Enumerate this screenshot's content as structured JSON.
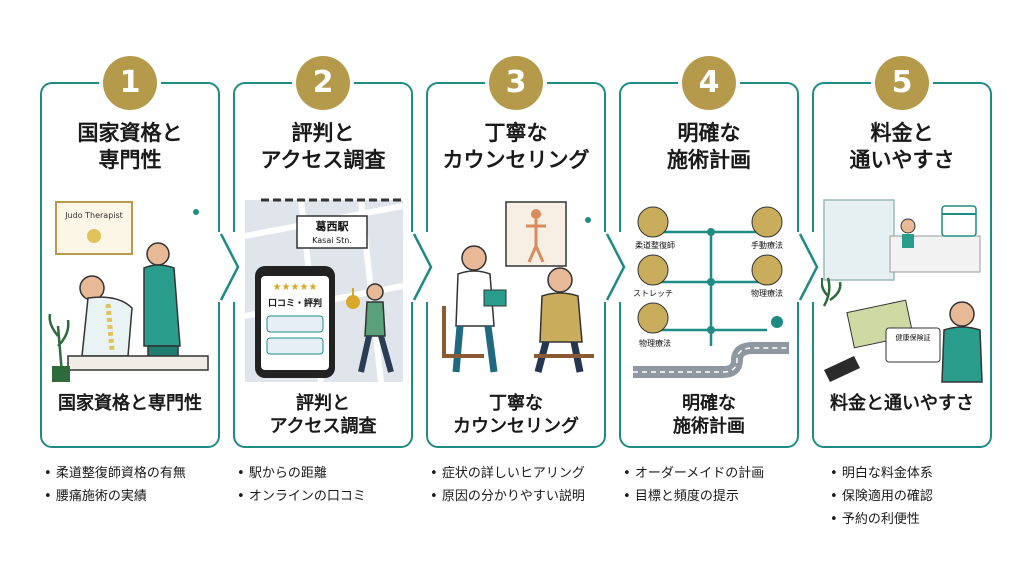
{
  "steps": [
    {
      "number": "1",
      "title": "国家資格と\n専門性",
      "caption": "国家資格と専門性",
      "certificate_text": "Judo Therapist",
      "bullets": [
        "柔道整復師資格の有無",
        "腰痛施術の実績"
      ]
    },
    {
      "number": "2",
      "title": "評判と\nアクセス調査",
      "caption": "評判と\nアクセス調査",
      "station_name": "葛西駅",
      "station_name_en": "Kasai Stn.",
      "review_label": "口コミ・評判",
      "bullets": [
        "駅からの距離",
        "オンラインの口コミ"
      ]
    },
    {
      "number": "3",
      "title": "丁寧な\nカウンセリング",
      "caption": "丁寧な\nカウンセリング",
      "bullets": [
        "症状の詳しいヒアリング",
        "原因の分かりやすい説明"
      ]
    },
    {
      "number": "4",
      "title": "明確な\n施術計画",
      "caption": "明確な\n施術計画",
      "plan_items": [
        "柔道整復師",
        "手動療法",
        "ストレッチ",
        "物理療法",
        "物理療法"
      ],
      "bullets": [
        "オーダーメイドの計画",
        "目標と頻度の提示"
      ]
    },
    {
      "number": "5",
      "title": "料金と\n通いやすさ",
      "caption": "料金と通いやすさ",
      "card_text": "健康保険証",
      "bullets": [
        "明白な料金体系",
        "保険適用の確認",
        "予約の利便性"
      ]
    }
  ],
  "colors": {
    "teal": "#1e8c82",
    "gold": "#b49a4a"
  }
}
